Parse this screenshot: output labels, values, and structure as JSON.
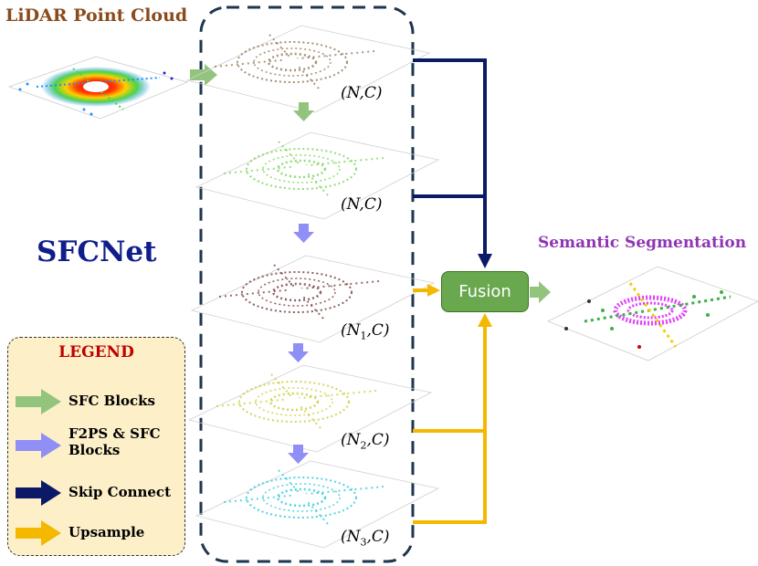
{
  "titles": {
    "lidar": "LiDAR Point Cloud",
    "network": "SFCNet",
    "output": "Semantic Segmentation"
  },
  "fusion": {
    "label": "Fusion"
  },
  "stages": [
    {
      "dim_main": "(N,C)",
      "color": "#8b6b4a"
    },
    {
      "dim_main": "(N,C)",
      "color": "#6fcf4a"
    },
    {
      "dim_main": "(N",
      "dim_sub": "1",
      "dim_tail": ",C)",
      "color": "#6b2b2b"
    },
    {
      "dim_main": "(N",
      "dim_sub": "2",
      "dim_tail": ",C)",
      "color": "#c7c72a"
    },
    {
      "dim_main": "(N",
      "dim_sub": "3",
      "dim_tail": ",C)",
      "color": "#18c4d8"
    }
  ],
  "legend": {
    "title": "LEGEND",
    "items": [
      {
        "label_line1": "SFC Blocks",
        "label_line2": "",
        "color": "#93c47d"
      },
      {
        "label_line1": "F2PS & SFC",
        "label_line2": "Blocks",
        "color": "#8f8ff5"
      },
      {
        "label_line1": "Skip Connect",
        "label_line2": "",
        "color": "#0b1a66"
      },
      {
        "label_line1": "Upsample",
        "label_line2": "",
        "color": "#f5b800"
      }
    ]
  },
  "colors": {
    "sfc_arrow": "#93c47d",
    "f2ps_arrow": "#8f8ff5",
    "skip": "#0b1a66",
    "upsample": "#f5b800",
    "fusion_fill": "#6aa84f",
    "dashed_box": "#1f3550",
    "legend_bg": "#fdf0c8"
  }
}
